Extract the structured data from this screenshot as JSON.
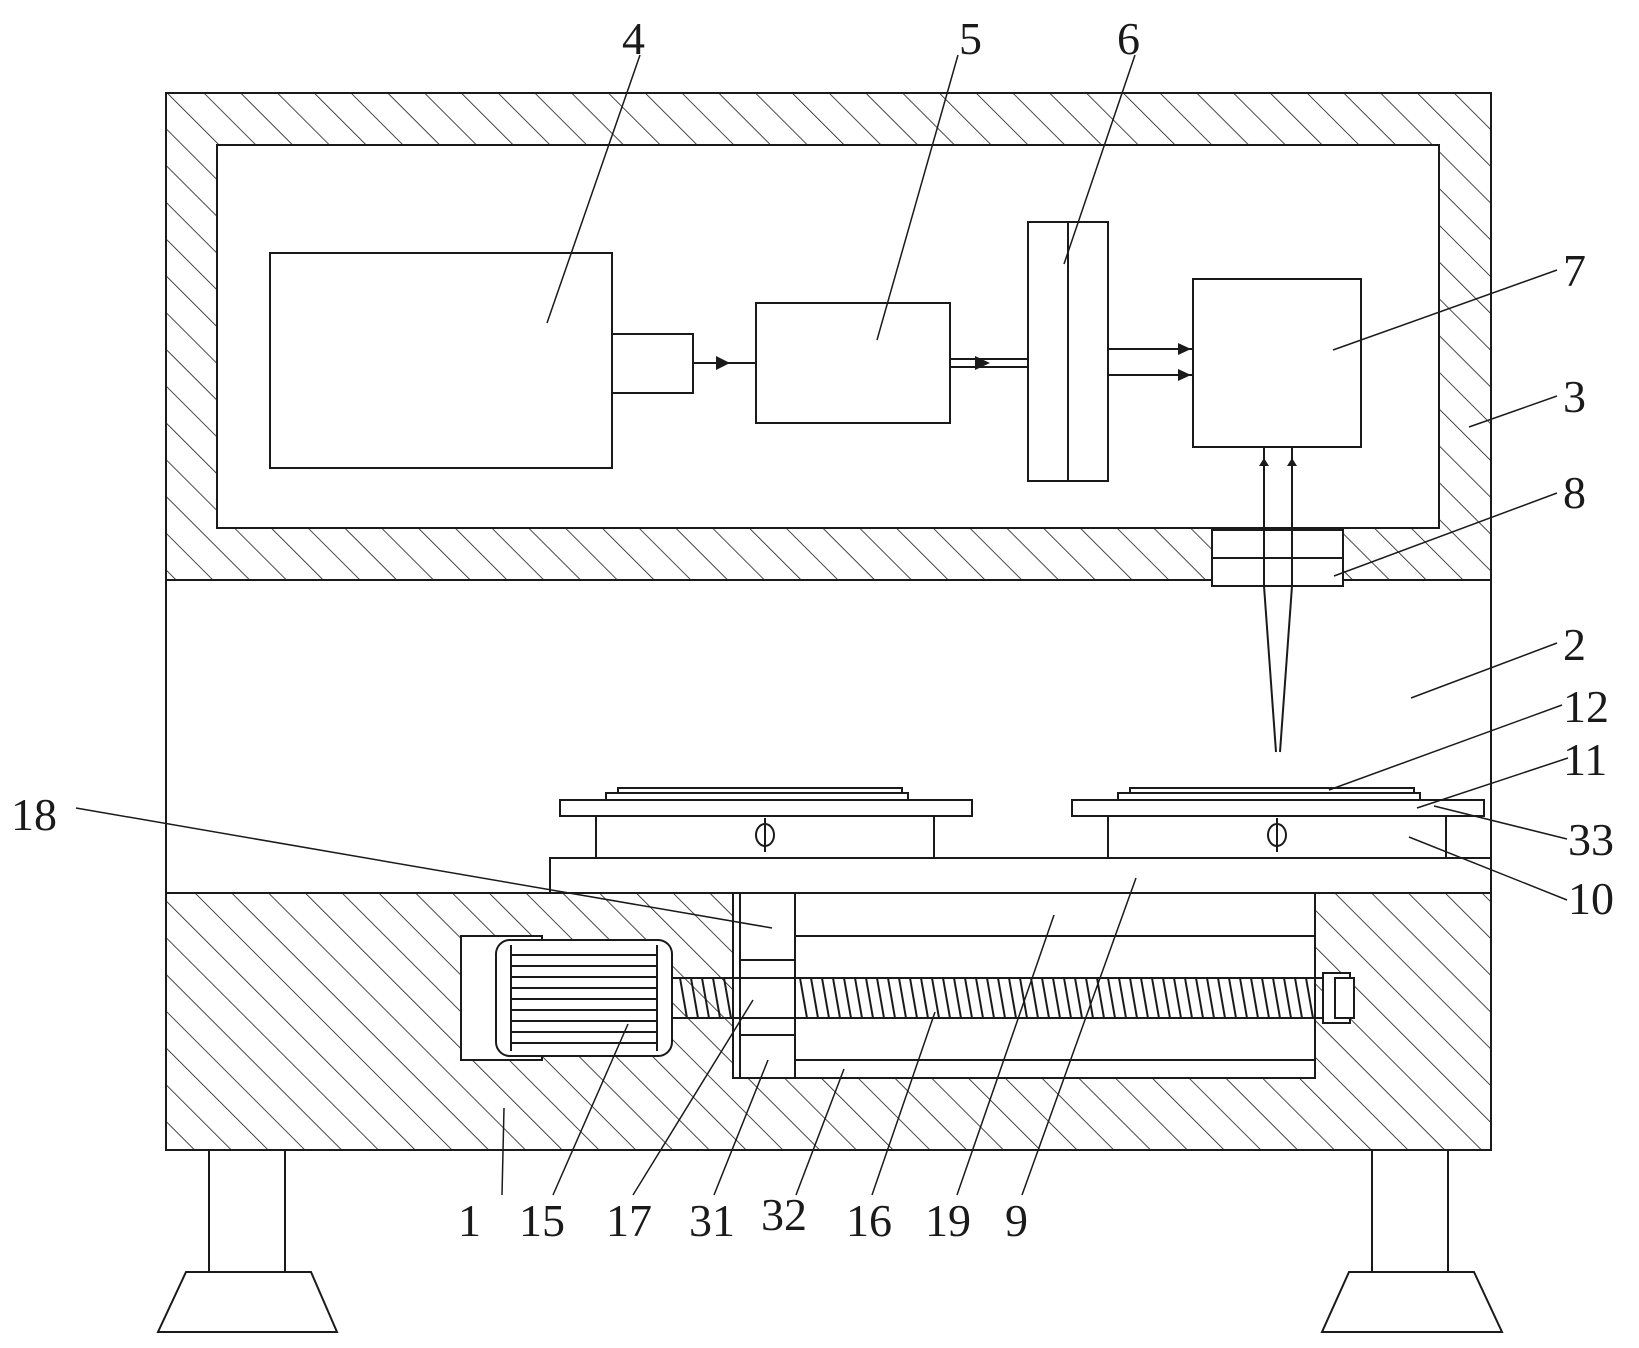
{
  "diagram": {
    "labels": {
      "l1": "1",
      "l2": "2",
      "l3": "3",
      "l4": "4",
      "l5": "5",
      "l6": "6",
      "l7": "7",
      "l8": "8",
      "l9": "9",
      "l10": "10",
      "l11": "11",
      "l12": "12",
      "l15": "15",
      "l16": "16",
      "l17": "17",
      "l18": "18",
      "l19": "19",
      "l31": "31",
      "l32": "32",
      "l33": "33"
    }
  }
}
